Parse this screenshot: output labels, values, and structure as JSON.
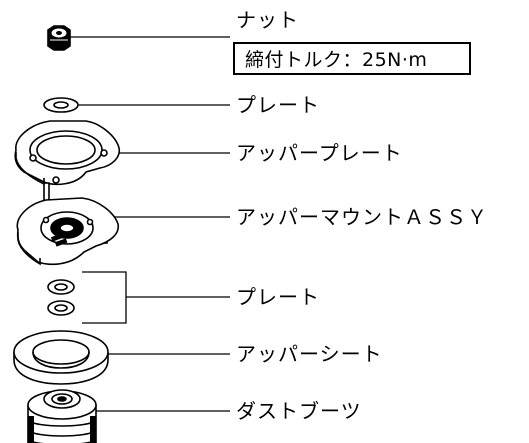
{
  "labels": {
    "nut": "ナット",
    "torque": "締付トルク：25N·m",
    "plate_top": "プレート",
    "upper_plate": "アッパープレート",
    "upper_mount": "アッパーマウントＡＳＳＹ",
    "plate_lower": "プレート",
    "upper_seat": "アッパーシート",
    "dust_boot": "ダストブーツ"
  }
}
